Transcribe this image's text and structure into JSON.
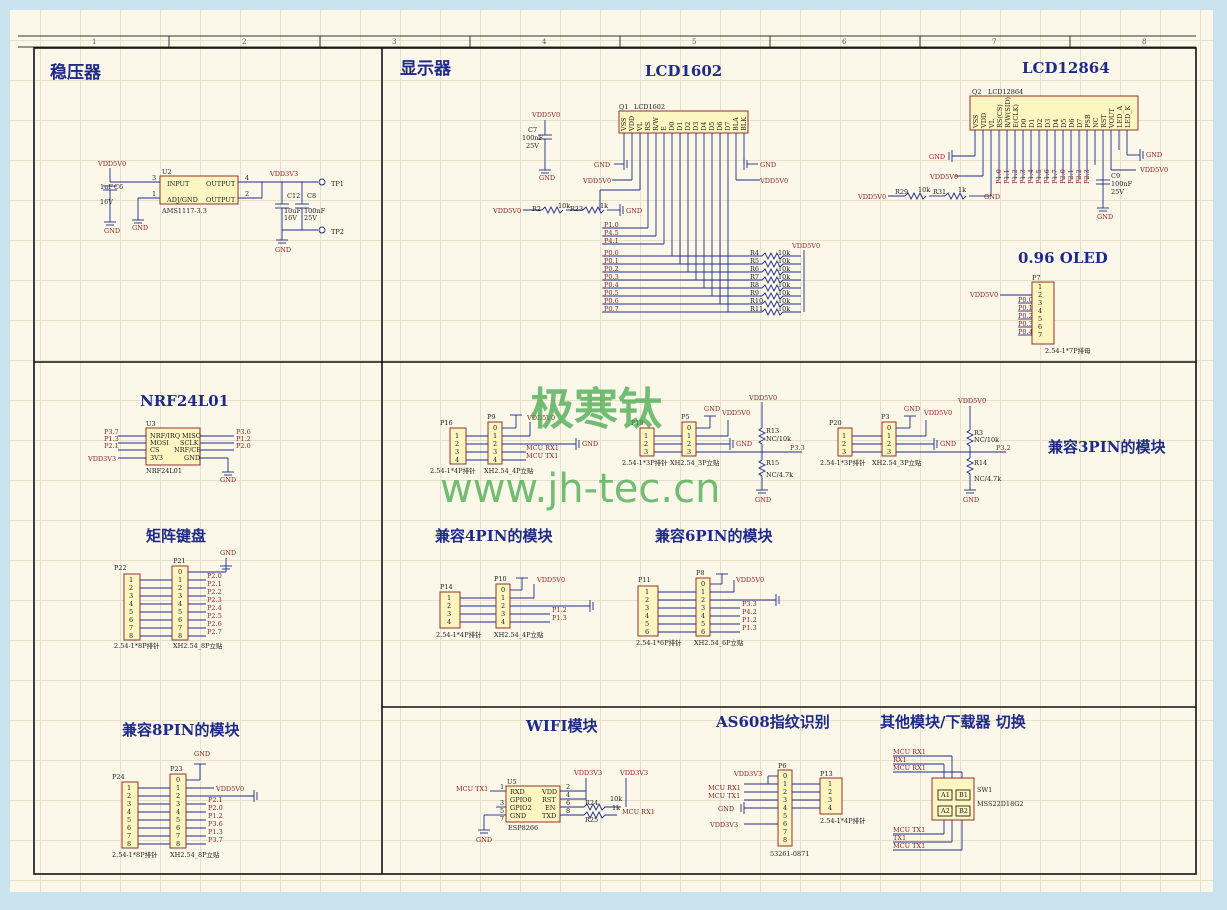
{
  "ruler": [
    "1",
    "2",
    "3",
    "4",
    "5",
    "6",
    "7",
    "8"
  ],
  "sections": {
    "regulator": "稳压器",
    "display": "显示器",
    "lcd1602": "LCD1602",
    "lcd12864": "LCD12864",
    "oled": "0.96 OLED",
    "nrf": "NRF24L01",
    "keypad": "矩阵键盘",
    "compat3": "兼容3PIN的模块",
    "compat4": "兼容4PIN的模块",
    "compat6": "兼容6PIN的模块",
    "compat8": "兼容8PIN的模块",
    "wifi": "WIFI模块",
    "as608": "AS608指纹识别",
    "switch": "其他模块/下载器 切换"
  },
  "watermark": {
    "chinese": "极寒钛",
    "url": "www.jh-tec.cn"
  },
  "regulator": {
    "u2": "U2",
    "u2_part": "AMS1117-3.3",
    "pin_input": "INPUT",
    "pin_output": "OUTPUT",
    "pin_adj": "ADJ/GND",
    "pin_output2": "OUTPUT",
    "n3": "3",
    "n4": "4",
    "n1": "1",
    "n2": "2",
    "vin": "VDD5V0",
    "vout": "VDD3V3",
    "c6": "C6",
    "c6v": "1uF",
    "c6r": "16V",
    "c12": "C12",
    "c12v": "10uF",
    "c12r": "16V",
    "c8": "C8",
    "c8v": "100nF",
    "c8r": "25V",
    "tp1": "TP1",
    "tp2": "TP2",
    "gnd": "GND"
  },
  "lcd1602": {
    "q1": "Q1",
    "part": "LCD1602",
    "pins": [
      "VSS",
      "VDD",
      "VL",
      "RS",
      "R/W",
      "E",
      "D0",
      "D1",
      "D2",
      "D3",
      "D4",
      "D5",
      "D6",
      "D7",
      "BLA",
      "BLK"
    ],
    "c7": "C7",
    "c7v": "100nF",
    "c7r": "25V",
    "vdd": "VDD5V0",
    "gnd": "GND",
    "r2": "R2",
    "r2v": "10k",
    "r23": "R23",
    "r23v": "1k",
    "ctrl": [
      "P1.0",
      "P4.5",
      "P4.1"
    ],
    "data": [
      "P0.0",
      "P0.1",
      "P0.2",
      "P0.3",
      "P0.4",
      "P0.5",
      "P0.6",
      "P0.7"
    ],
    "rnames": [
      "R4",
      "R5",
      "R6",
      "R7",
      "R8",
      "R9",
      "R10",
      "R11"
    ],
    "rval": "10k"
  },
  "lcd12864": {
    "q2": "Q2",
    "part": "LCD12864",
    "pins": [
      "VSS",
      "VDD",
      "VL",
      "RS(CS)",
      "R/W(SID)",
      "E(CLK)",
      "D0",
      "D1",
      "D2",
      "D3",
      "D4",
      "D5",
      "D6",
      "D7",
      "PSB",
      "NC",
      "RST",
      "VOUT",
      "LED_A",
      "LED_K"
    ],
    "bus": [
      "P1.0",
      "P1.1",
      "P1.2",
      "P1.3",
      "P1.4",
      "P1.5",
      "P1.6",
      "P1.7",
      "P2.0",
      "P2.1",
      "P2.2",
      "P2.3"
    ],
    "c9": "C9",
    "c9v": "100nF",
    "c9r": "25V",
    "r29": "R29",
    "r29v": "10k",
    "r31": "R31",
    "r31v": "1k",
    "vdd": "VDD5V0",
    "gnd": "GND"
  },
  "oled": {
    "p7": "P7",
    "pins": [
      "1",
      "2",
      "3",
      "4",
      "5",
      "6",
      "7"
    ],
    "nets": [
      "VDD5V0",
      "P0.0",
      "P0.1",
      "P0.2",
      "P0.3",
      "P0.4"
    ],
    "part": "2.54-1*7P排母"
  },
  "nrf": {
    "u3": "U3",
    "part": "NRF24L01",
    "left": [
      "NRF/IRQ",
      "MOSI",
      "CS",
      "3V3"
    ],
    "right": [
      "MISO",
      "SCLK",
      "NRF/CE",
      "GND"
    ],
    "lnets": [
      "P3.7",
      "P1.3",
      "P2.1",
      "VDD3V3"
    ],
    "rnets": [
      "P3.6",
      "P1.2",
      "P2.0"
    ],
    "gnd": "GND"
  },
  "keypad": {
    "p22": "P22",
    "p21": "P21",
    "pins": [
      "1",
      "2",
      "3",
      "4",
      "5",
      "6",
      "7",
      "8"
    ],
    "pins0": [
      "0",
      "1",
      "2",
      "3",
      "4",
      "5",
      "6",
      "7",
      "8"
    ],
    "nets": [
      "P2.0",
      "P2.1",
      "P2.2",
      "P2.3",
      "P2.4",
      "P2.5",
      "P2.6",
      "P2.7"
    ],
    "part1": "2.54-1*8P排针",
    "part2": "XH2.54_8P立贴",
    "gnd": "GND"
  },
  "compat4a": {
    "p16": "P16",
    "p9": "P9",
    "pins": [
      "1",
      "2",
      "3",
      "4"
    ],
    "pins0": [
      "0",
      "1",
      "2",
      "3",
      "4"
    ],
    "nets": [
      "MCU RX1",
      "MCU TX1"
    ],
    "vdd": "VDD5V0",
    "gnd": "GND",
    "part1": "2.54-1*4P排针",
    "part2": "XH2.54_4P立贴"
  },
  "compat3a": {
    "p19": "P19",
    "p5": "P5",
    "pins": [
      "1",
      "2",
      "3"
    ],
    "pins0": [
      "0",
      "1",
      "2",
      "3"
    ],
    "r13": "R13",
    "r13v": "NC/10k",
    "r15": "R15",
    "r15v": "NC/4.7k",
    "net": "P3.3",
    "vdd": "VDD5V0",
    "gnd": "GND",
    "part1": "2.54-1*3P排针",
    "part2": "XH2.54_3P立贴"
  },
  "compat3b": {
    "p20": "P20",
    "p3": "P3",
    "pins": [
      "1",
      "2",
      "3"
    ],
    "pins0": [
      "0",
      "1",
      "2",
      "3"
    ],
    "r3": "R3",
    "r3v": "NC/10k",
    "r14": "R14",
    "r14v": "NC/4.7k",
    "net": "P3.2",
    "vdd": "VDD5V0",
    "gnd": "GND",
    "part1": "2.54-1*3P排针",
    "part2": "XH2.54_3P立贴"
  },
  "compat4b": {
    "p14": "P14",
    "p10": "P10",
    "pins": [
      "1",
      "2",
      "3",
      "4"
    ],
    "pins0": [
      "0",
      "1",
      "2",
      "3",
      "4"
    ],
    "nets": [
      "P1.2",
      "P1.3"
    ],
    "vdd": "VDD5V0",
    "part1": "2.54-1*4P排针",
    "part2": "XH2.54_4P立贴"
  },
  "compat6": {
    "p11": "P11",
    "p8": "P8",
    "pins": [
      "1",
      "2",
      "3",
      "4",
      "5",
      "6"
    ],
    "pins0": [
      "0",
      "1",
      "2",
      "3",
      "4",
      "5",
      "6"
    ],
    "nets": [
      "P3.3",
      "P4.2",
      "P1.2",
      "P1.3"
    ],
    "vdd": "VDD5V0",
    "part1": "2.54-1*6P排针",
    "part2": "XH2.54_6P立贴"
  },
  "compat8": {
    "p24": "P24",
    "p23": "P23",
    "pins": [
      "1",
      "2",
      "3",
      "4",
      "5",
      "6",
      "7",
      "8"
    ],
    "pins0": [
      "0",
      "1",
      "2",
      "3",
      "4",
      "5",
      "6",
      "7",
      "8"
    ],
    "nets": [
      "P2.1",
      "P2.0",
      "P1.2",
      "P3.6",
      "P1.3",
      "P3.7"
    ],
    "vdd": "VDD5V0",
    "gnd": "GND",
    "part1": "2.54-1*8P排针",
    "part2": "XH2.54_8P立贴"
  },
  "wifi": {
    "u5": "U5",
    "part": "ESP8266",
    "left": [
      "RXD",
      "GPIO0",
      "GPIO2",
      "GND"
    ],
    "right": [
      "VDD",
      "RST",
      "EN",
      "TXD"
    ],
    "lnums": [
      "1",
      "3",
      "5",
      "7"
    ],
    "rnums": [
      "2",
      "4",
      "6",
      "8"
    ],
    "r24": "R24",
    "r24v": "10k",
    "r25": "R25",
    "r25v": "1k",
    "tx": "MCU TX1",
    "rx": "MCU RX1",
    "vdd": "VDD3V3",
    "gnd": "GND"
  },
  "as608": {
    "p6": "P6",
    "p13": "P13",
    "pins0": [
      "0",
      "1",
      "2",
      "3",
      "4",
      "5",
      "6",
      "7",
      "8"
    ],
    "pins": [
      "1",
      "2",
      "3",
      "4"
    ],
    "nets": [
      "MCU RX1",
      "MCU TX1",
      "GND",
      "VDD3V3"
    ],
    "vdd": "VDD3V3",
    "part1": "53261-0871",
    "part2": "2.54-1*4P排针"
  },
  "switch": {
    "sw1": "SW1",
    "part": "MSS22D18G2",
    "nets": [
      "MCU RX1",
      "RX1",
      "MCU RX1",
      "MCU TX1",
      "TX1",
      "MCU TX1"
    ],
    "pins": [
      "A1",
      "B1",
      "A2",
      "B2"
    ]
  }
}
